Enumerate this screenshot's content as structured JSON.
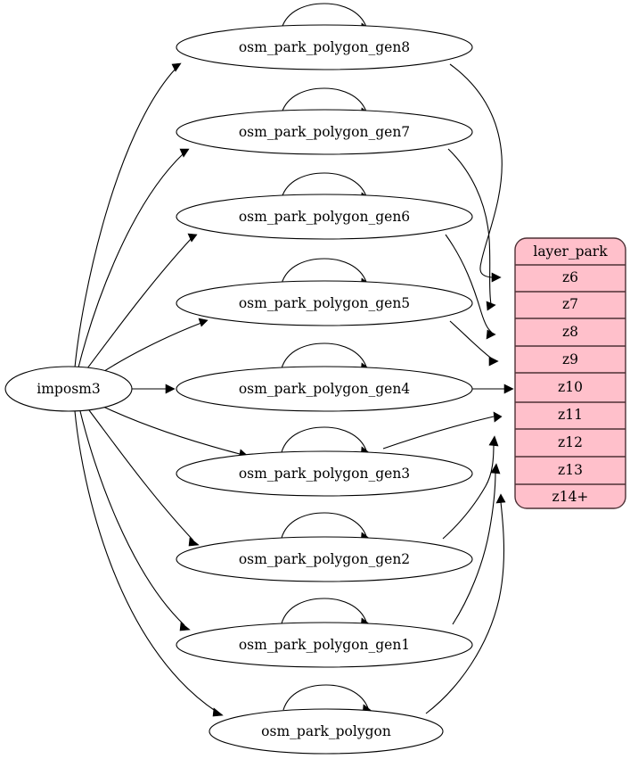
{
  "diagram": {
    "type": "graph",
    "title": "",
    "source_node": {
      "id": "imposm3",
      "label": "imposm3",
      "shape": "ellipse"
    },
    "process_nodes": [
      {
        "id": "osm_park_polygon_gen8",
        "label": "osm_park_polygon_gen8",
        "shape": "ellipse",
        "self_loop": true,
        "target_row": "z6"
      },
      {
        "id": "osm_park_polygon_gen7",
        "label": "osm_park_polygon_gen7",
        "shape": "ellipse",
        "self_loop": true,
        "target_row": "z7"
      },
      {
        "id": "osm_park_polygon_gen6",
        "label": "osm_park_polygon_gen6",
        "shape": "ellipse",
        "self_loop": true,
        "target_row": "z8"
      },
      {
        "id": "osm_park_polygon_gen5",
        "label": "osm_park_polygon_gen5",
        "shape": "ellipse",
        "self_loop": true,
        "target_row": "z9"
      },
      {
        "id": "osm_park_polygon_gen4",
        "label": "osm_park_polygon_gen4",
        "shape": "ellipse",
        "self_loop": true,
        "target_row": "z10"
      },
      {
        "id": "osm_park_polygon_gen3",
        "label": "osm_park_polygon_gen3",
        "shape": "ellipse",
        "self_loop": true,
        "target_row": "z11"
      },
      {
        "id": "osm_park_polygon_gen2",
        "label": "osm_park_polygon_gen2",
        "shape": "ellipse",
        "self_loop": true,
        "target_row": "z12"
      },
      {
        "id": "osm_park_polygon_gen1",
        "label": "osm_park_polygon_gen1",
        "shape": "ellipse",
        "self_loop": true,
        "target_row": "z13"
      },
      {
        "id": "osm_park_polygon",
        "label": "osm_park_polygon",
        "shape": "ellipse",
        "self_loop": true,
        "target_row": "z14+"
      }
    ],
    "table": {
      "id": "layer_park",
      "header": "layer_park",
      "fill_color": "#ffc0cb",
      "border_color": "#4d3035",
      "rows": [
        {
          "label": "z6"
        },
        {
          "label": "z7"
        },
        {
          "label": "z8"
        },
        {
          "label": "z9"
        },
        {
          "label": "z10"
        },
        {
          "label": "z11"
        },
        {
          "label": "z12"
        },
        {
          "label": "z13"
        },
        {
          "label": "z14+"
        }
      ]
    },
    "edges": [
      {
        "from": "imposm3",
        "to": "osm_park_polygon_gen8"
      },
      {
        "from": "imposm3",
        "to": "osm_park_polygon_gen7"
      },
      {
        "from": "imposm3",
        "to": "osm_park_polygon_gen6"
      },
      {
        "from": "imposm3",
        "to": "osm_park_polygon_gen5"
      },
      {
        "from": "imposm3",
        "to": "osm_park_polygon_gen4"
      },
      {
        "from": "imposm3",
        "to": "osm_park_polygon_gen3"
      },
      {
        "from": "imposm3",
        "to": "osm_park_polygon_gen2"
      },
      {
        "from": "imposm3",
        "to": "osm_park_polygon_gen1"
      },
      {
        "from": "imposm3",
        "to": "osm_park_polygon"
      },
      {
        "from": "osm_park_polygon_gen8",
        "to": "z6"
      },
      {
        "from": "osm_park_polygon_gen7",
        "to": "z7"
      },
      {
        "from": "osm_park_polygon_gen6",
        "to": "z8"
      },
      {
        "from": "osm_park_polygon_gen5",
        "to": "z9"
      },
      {
        "from": "osm_park_polygon_gen4",
        "to": "z10"
      },
      {
        "from": "osm_park_polygon_gen3",
        "to": "z11"
      },
      {
        "from": "osm_park_polygon_gen2",
        "to": "z12"
      },
      {
        "from": "osm_park_polygon_gen1",
        "to": "z13"
      },
      {
        "from": "osm_park_polygon",
        "to": "z14+"
      },
      {
        "from": "osm_park_polygon_gen8",
        "to": "osm_park_polygon_gen8"
      },
      {
        "from": "osm_park_polygon_gen7",
        "to": "osm_park_polygon_gen7"
      },
      {
        "from": "osm_park_polygon_gen6",
        "to": "osm_park_polygon_gen6"
      },
      {
        "from": "osm_park_polygon_gen5",
        "to": "osm_park_polygon_gen5"
      },
      {
        "from": "osm_park_polygon_gen4",
        "to": "osm_park_polygon_gen4"
      },
      {
        "from": "osm_park_polygon_gen3",
        "to": "osm_park_polygon_gen3"
      },
      {
        "from": "osm_park_polygon_gen2",
        "to": "osm_park_polygon_gen2"
      },
      {
        "from": "osm_park_polygon_gen1",
        "to": "osm_park_polygon_gen1"
      },
      {
        "from": "osm_park_polygon",
        "to": "osm_park_polygon"
      }
    ]
  }
}
